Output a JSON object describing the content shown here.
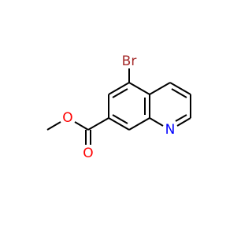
{
  "molecule": {
    "atoms": {
      "br": {
        "symbol": "Br",
        "color": "#a52a2a"
      },
      "n": {
        "symbol": "N",
        "color": "#0000ff"
      },
      "o_carbonyl": {
        "symbol": "O",
        "color": "#ff0000"
      },
      "o_ester": {
        "symbol": "O",
        "color": "#ff0000"
      }
    },
    "bond_color": "#000000",
    "background": "#ffffff"
  }
}
